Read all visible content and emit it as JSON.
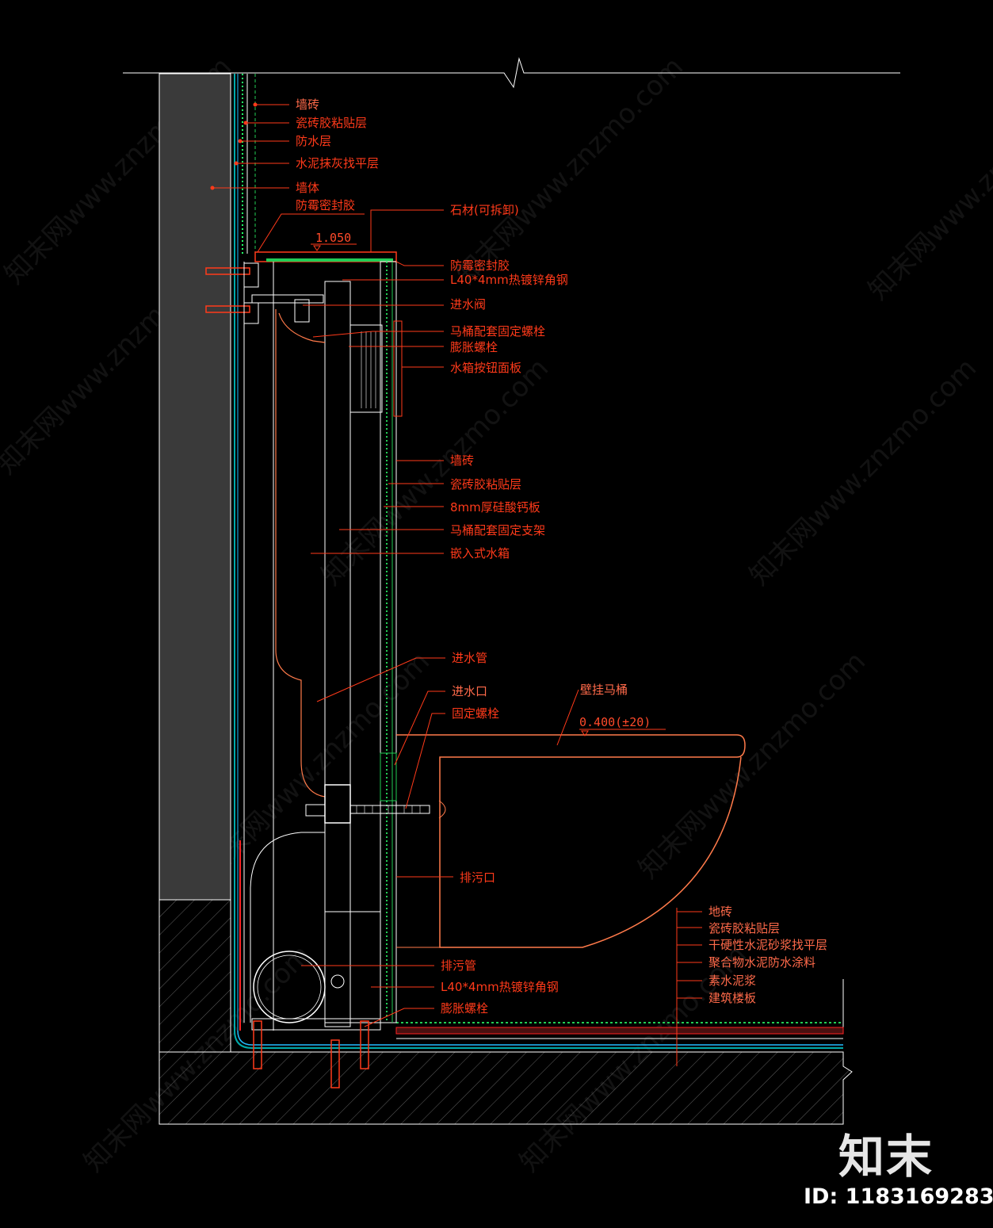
{
  "wall_labels": [
    "墙砖",
    "瓷砖胶粘贴层",
    "防水层",
    "水泥抹灰找平层",
    "墙体",
    "防霉密封胶"
  ],
  "top_right_labels": [
    "石材(可拆卸)",
    "防霉密封胶",
    "L40*4mm热镀锌角钢",
    "进水阀",
    "马桶配套固定螺栓",
    "膨胀螺栓",
    "水箱按钮面板"
  ],
  "middle_labels": [
    "墙砖",
    "瓷砖胶粘贴层",
    "8mm厚硅酸钙板",
    "马桶配套固定支架",
    "嵌入式水箱"
  ],
  "lower_labels": [
    "进水管",
    "进水口",
    "固定螺栓",
    "壁挂马桶",
    "排污口",
    "排污管",
    "L40*4mm热镀锌角钢",
    "膨胀螺栓"
  ],
  "floor_labels": [
    "地砖",
    "瓷砖胶粘贴层",
    "干硬性水泥砂浆找平层",
    "聚合物水泥防水涂料",
    "素水泥浆",
    "建筑楼板"
  ],
  "dimensions": {
    "shelf_height": "1.050",
    "seat_height": "0.400(±20)"
  },
  "watermark": {
    "text": "知末网www.znzmo.com"
  },
  "brand": {
    "logo_text": "知末",
    "id_text": "ID: 1183169283"
  },
  "colors": {
    "background": "#000000",
    "annotation": "#ff3a1a",
    "wall_fill": "#3a3a3a",
    "outline": "#ffffff",
    "fixture": "#ff7a4a"
  }
}
